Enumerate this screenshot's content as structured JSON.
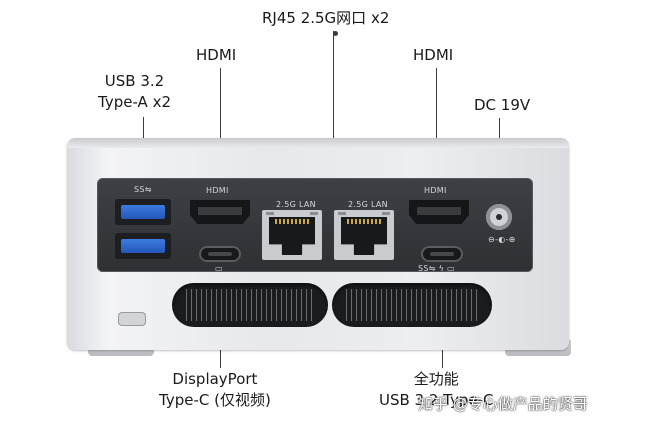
{
  "callouts": {
    "rj45": "RJ45 2.5G网口 x2",
    "hdmi_left": "HDMI",
    "hdmi_right": "HDMI",
    "usb_a": [
      "USB 3.2",
      "Type-A x2"
    ],
    "dc": "DC 19V",
    "displayport": [
      "DisplayPort",
      "Type-C (仅视频)"
    ],
    "full_usbc": [
      "全功能",
      "USB 3.2 Type-C"
    ]
  },
  "panel_labels": {
    "hdmi_left": "HDMI",
    "hdmi_right": "HDMI",
    "lan_left": "2.5G LAN",
    "lan_right": "2.5G LAN",
    "usb_a_logo": "SS⇋",
    "usb_c_right_icons": "SS⇋ ϟ ▭",
    "usb_c_left_icon": "▭"
  },
  "watermark": "知乎 @专心做产品的贤哥"
}
